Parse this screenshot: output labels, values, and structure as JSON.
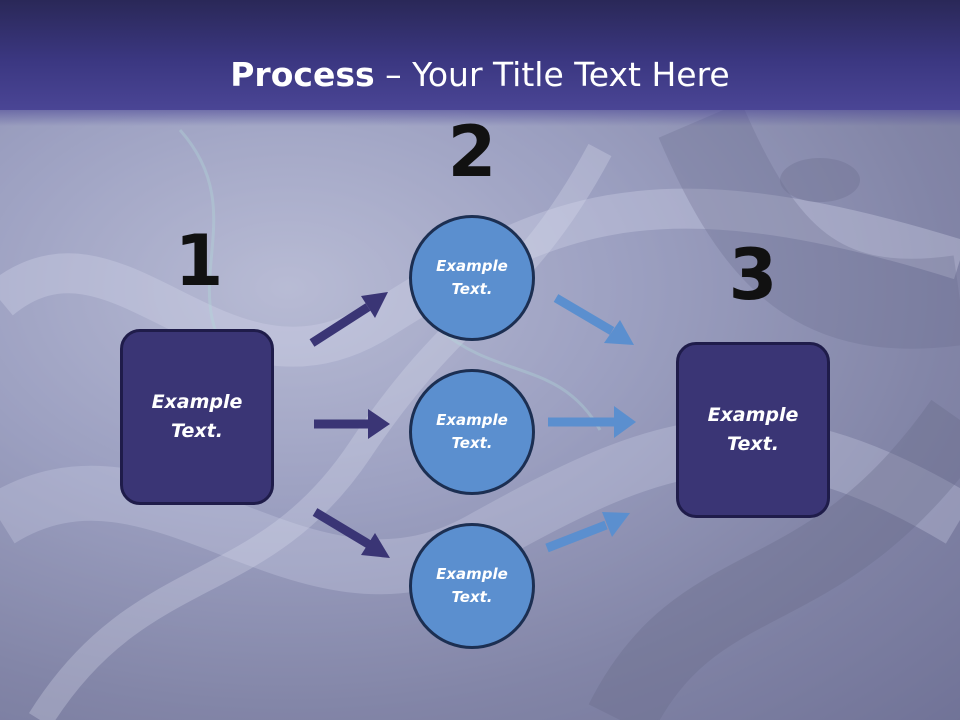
{
  "slide": {
    "title_bold": "Process",
    "title_rest": " – Your Title Text Here",
    "step_numbers": [
      "1",
      "2",
      "3"
    ],
    "left_box": "Example\nText.",
    "right_box": "Example\nText.",
    "circles": [
      "Example\nText.",
      "Example\nText.",
      "Example\nText."
    ]
  },
  "colors": {
    "header": "#3b3781",
    "box_fill": "#3a3575",
    "circle_fill": "#5b8fcf",
    "arrow_dark": "#3a3575",
    "arrow_light": "#5b8fcf"
  }
}
